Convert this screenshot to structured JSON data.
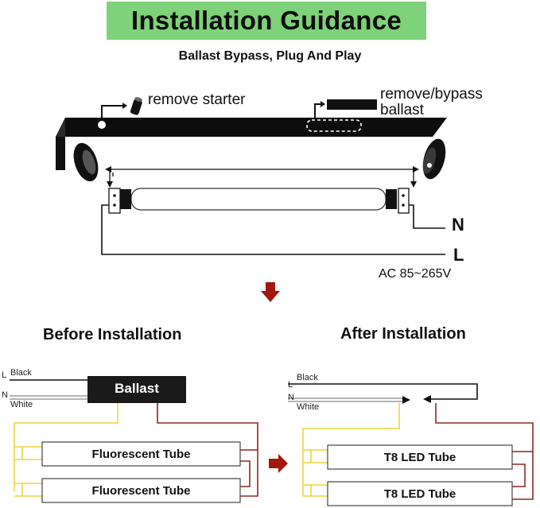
{
  "title": "Installation Guidance",
  "subtitle": "Ballast Bypass, Plug And Play",
  "top_diagram": {
    "remove_starter": "remove starter",
    "remove_bypass_line1": "remove/bypass",
    "remove_bypass_line2": "ballast",
    "n_label": "N",
    "l_label": "L",
    "voltage": "AC 85~265V"
  },
  "before": {
    "heading": "Before Installation",
    "wire_l": "L",
    "wire_l_color": "Black",
    "wire_n": "N",
    "wire_n_color": "White",
    "ballast_label": "Ballast",
    "tube1": "Fluorescent Tube",
    "tube2": "Fluorescent Tube"
  },
  "after": {
    "heading": "After Installation",
    "wire_l": "L",
    "wire_l_color": "Black",
    "wire_n": "N",
    "wire_n_color": "White",
    "tube1": "T8 LED Tube",
    "tube2": "T8 LED Tube"
  },
  "colors": {
    "title_bg": "#7ed27a",
    "arrow_red": "#a3170f",
    "wire_yellow": "#ecd540",
    "wire_red": "#8a2a22"
  }
}
